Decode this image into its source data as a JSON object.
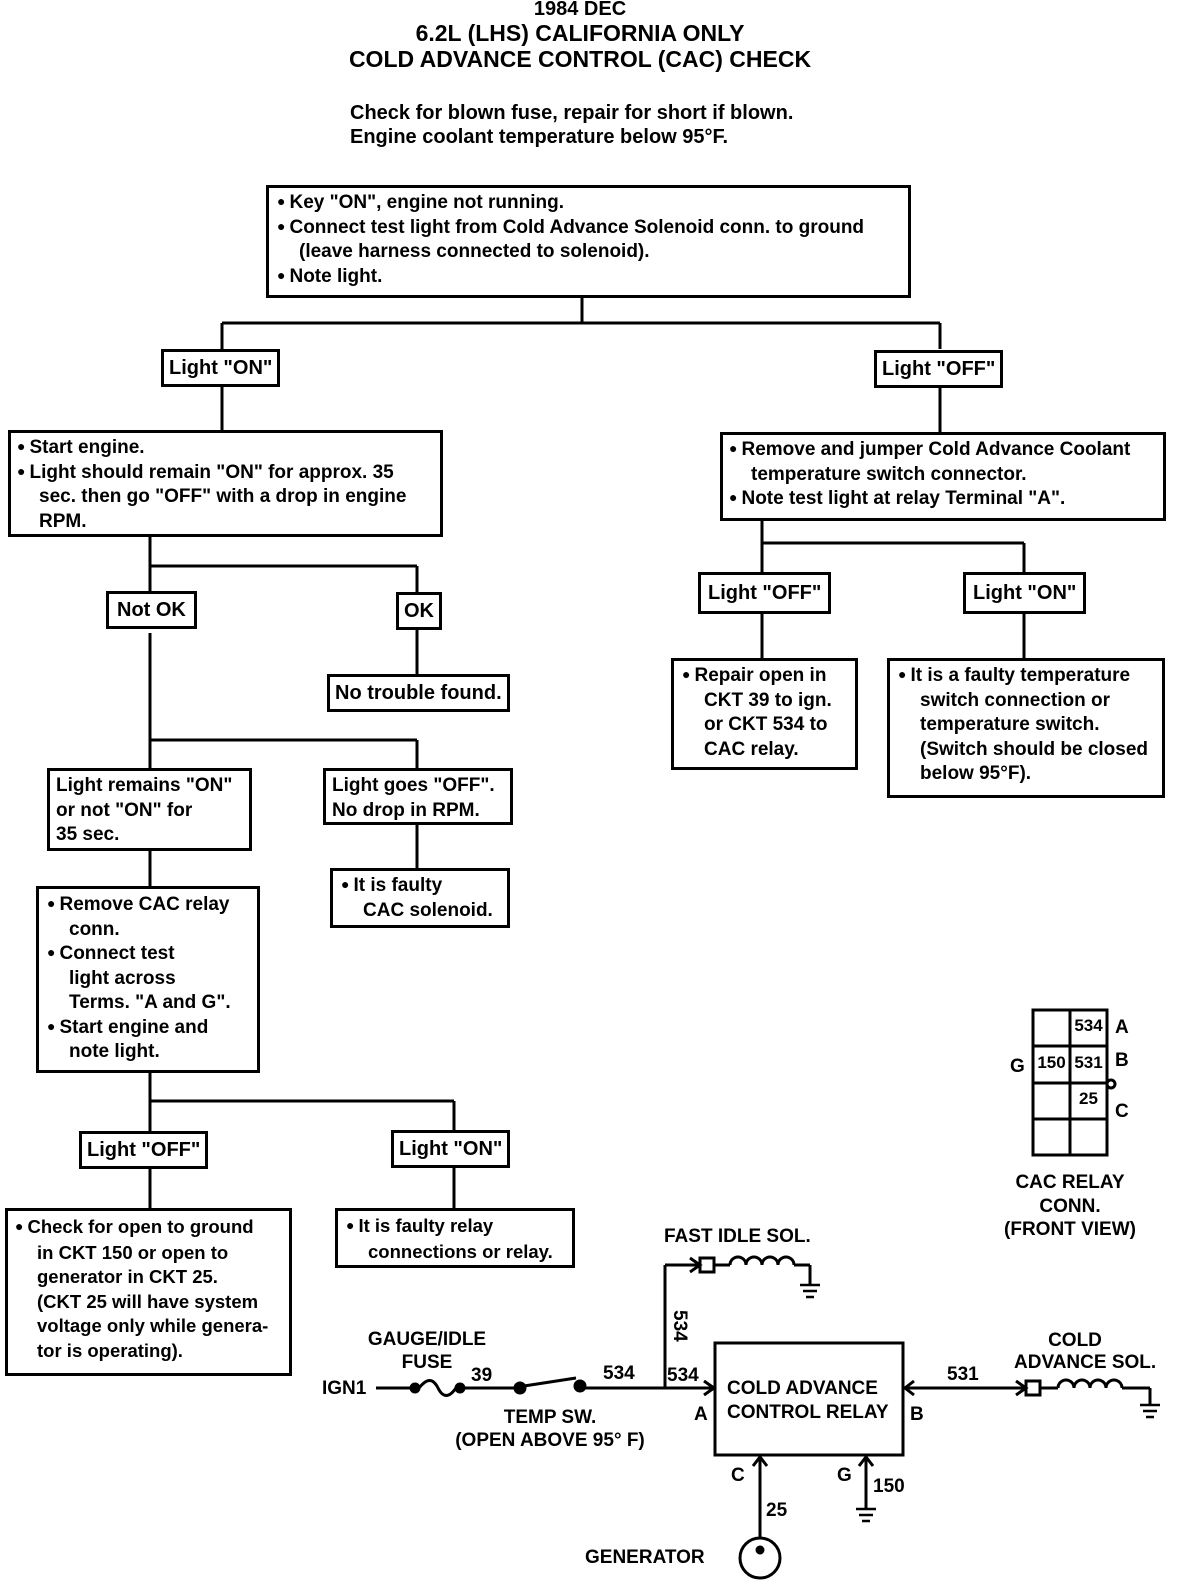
{
  "header": {
    "date": "1984 DEC",
    "title_line1": "6.2L (LHS) CALIFORNIA ONLY",
    "title_line2": "COLD ADVANCE CONTROL (CAC) CHECK"
  },
  "preconditions": [
    "Check for blown fuse, repair for short if blown.",
    "Engine coolant temperature below 95°F."
  ],
  "flowchart": {
    "start_box": [
      "Key \"ON\", engine not running.",
      "Connect test light from Cold Advance Solenoid conn. to ground",
      "(leave harness connected to solenoid).",
      "Note light."
    ],
    "left_branch_label": "Light \"ON\"",
    "right_branch_label": "Light \"OFF\"",
    "start_engine_box": [
      "Start engine.",
      "Light should remain \"ON\" for approx. 35",
      "sec. then go \"OFF\" with a drop in engine",
      "RPM."
    ],
    "not_ok_label": "Not OK",
    "ok_label": "OK",
    "no_trouble_found": "No trouble found.",
    "light_remains_box": [
      "Light remains \"ON\"",
      "or not \"ON\" for",
      "35 sec."
    ],
    "light_goes_off_box": [
      "Light goes \"OFF\".",
      "No drop in RPM."
    ],
    "faulty_solenoid_box": [
      "It is faulty",
      "CAC solenoid."
    ],
    "remove_relay_box": [
      "Remove CAC relay",
      "conn.",
      "Connect test",
      "light across",
      "Terms. \"A and G\".",
      "Start engine and",
      "note light."
    ],
    "lower_off_label": "Light \"OFF\"",
    "lower_on_label": "Light \"ON\"",
    "check_open_box": [
      "Check for open to ground",
      "in CKT 150 or open to",
      "generator in CKT 25.",
      "(CKT 25 will have system",
      "voltage only while genera-",
      "tor is operating)."
    ],
    "faulty_relay_box": [
      "It is faulty relay",
      "connections or relay."
    ],
    "jumper_box": [
      "Remove and jumper Cold Advance Coolant",
      "temperature switch connector.",
      "Note test light at relay Terminal \"A\"."
    ],
    "right_off_label": "Light \"OFF\"",
    "right_on_label": "Light \"ON\"",
    "repair_open_box": [
      "Repair open in",
      "CKT 39 to ign.",
      "or CKT 534 to",
      "CAC relay."
    ],
    "faulty_switch_box": [
      "It is a faulty temperature",
      "switch connection or",
      "temperature switch.",
      "(Switch should be closed",
      "below 95°F)."
    ]
  },
  "connector": {
    "cells": [
      "534",
      "150",
      "531",
      "25"
    ],
    "pin_labels": [
      "A",
      "B",
      "C",
      "G"
    ],
    "caption": [
      "CAC RELAY",
      "CONN.",
      "(FRONT VIEW)"
    ]
  },
  "schematic": {
    "fast_idle_sol": "FAST IDLE SOL.",
    "gauge_idle_fuse": [
      "GAUGE/IDLE",
      "FUSE"
    ],
    "ign1": "IGN1",
    "wire_39": "39",
    "wire_534": "534",
    "wire_534_relay": "534",
    "wire_534_vertical": "534",
    "temp_sw": [
      "TEMP SW.",
      "(OPEN ABOVE 95° F)"
    ],
    "relay_body": [
      "COLD ADVANCE",
      "CONTROL RELAY"
    ],
    "term_a": "A",
    "term_b": "B",
    "term_c": "C",
    "term_g": "G",
    "wire_531": "531",
    "cold_advance_sol": [
      "COLD",
      "ADVANCE SOL."
    ],
    "wire_25": "25",
    "wire_150": "150",
    "generator": "GENERATOR"
  }
}
